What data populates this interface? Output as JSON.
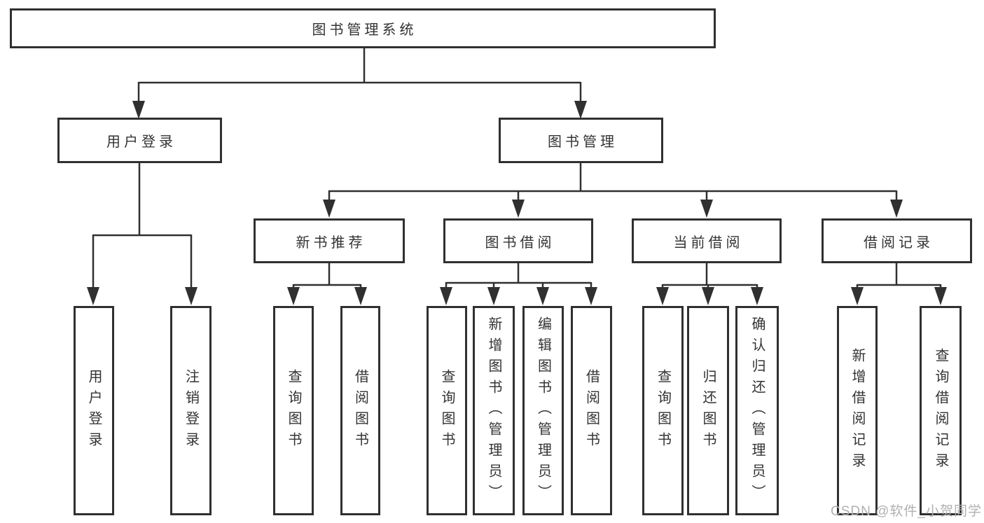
{
  "colors": {
    "line": "#303030",
    "text": "#333333",
    "background": "#ffffff",
    "watermark": "#b0b0b0"
  },
  "watermark": {
    "text": "CSDN @软件_小贺同学"
  },
  "tree": {
    "label": "图书管理系统",
    "children": [
      {
        "label": "用户登录",
        "children": [
          {
            "label": "用户登录"
          },
          {
            "label": "注销登录"
          }
        ]
      },
      {
        "label": "图书管理",
        "children": [
          {
            "label": "新书推荐",
            "children": [
              {
                "label": "查询图书"
              },
              {
                "label": "借阅图书"
              }
            ]
          },
          {
            "label": "图书借阅",
            "children": [
              {
                "label": "查询图书"
              },
              {
                "label": "新增图书（管理员）"
              },
              {
                "label": "编辑图书（管理员）"
              },
              {
                "label": "借阅图书"
              }
            ]
          },
          {
            "label": "当前借阅",
            "children": [
              {
                "label": "查询图书"
              },
              {
                "label": "归还图书"
              },
              {
                "label": "确认归还（管理员）"
              }
            ]
          },
          {
            "label": "借阅记录",
            "children": [
              {
                "label": "新增借阅记录"
              },
              {
                "label": "查询借阅记录"
              }
            ]
          }
        ]
      }
    ]
  }
}
